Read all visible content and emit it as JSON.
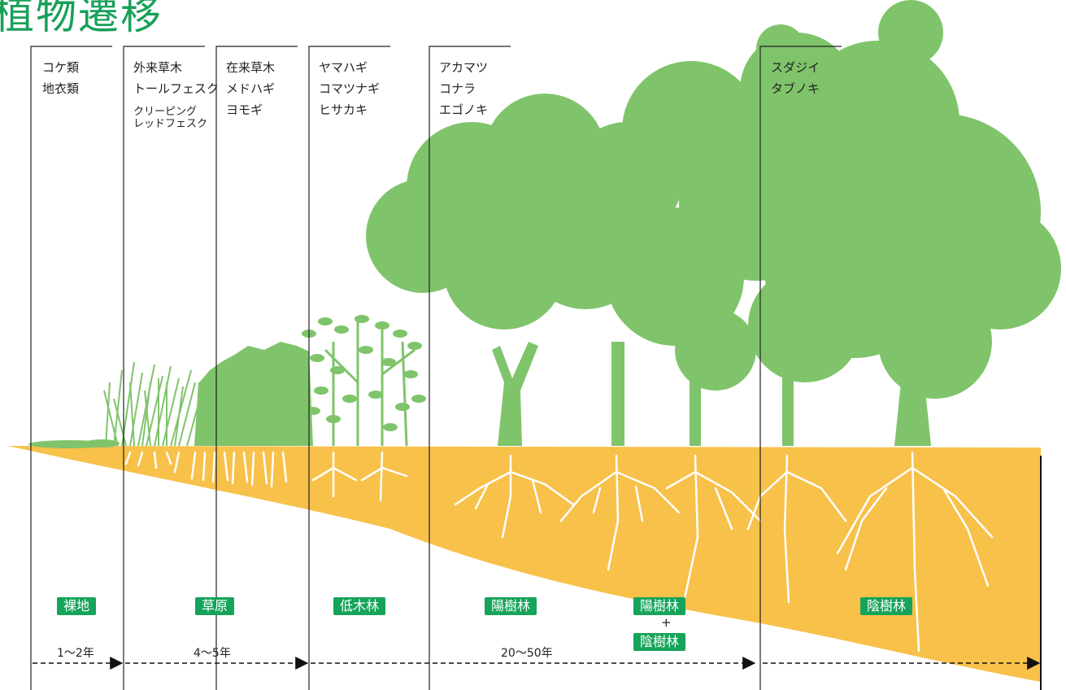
{
  "title": "植物遷移",
  "colors": {
    "accent": "#16a35a",
    "vegetation": "#7fc46b",
    "soil": "#f7c14a",
    "roots": "#ffffff",
    "lines": "#222222"
  },
  "columns": [
    {
      "key": "c1",
      "species": [
        "コケ類",
        "地衣類"
      ]
    },
    {
      "key": "c2",
      "species": [
        "外来草木",
        "トールフェスク"
      ],
      "species_small": [
        "クリーピング",
        "レッドフェスク"
      ]
    },
    {
      "key": "c3",
      "species": [
        "在来草木",
        "メドハギ",
        "ヨモギ"
      ]
    },
    {
      "key": "c4",
      "species": [
        "ヤマハギ",
        "コマツナギ",
        "ヒサカキ"
      ]
    },
    {
      "key": "c5",
      "species": [
        "アカマツ",
        "コナラ",
        "エゴノキ"
      ]
    },
    {
      "key": "c6",
      "species": [
        "スダジイ",
        "タブノキ"
      ]
    }
  ],
  "stages": [
    {
      "key": "s1",
      "label": "裸地"
    },
    {
      "key": "s2",
      "label": "草原"
    },
    {
      "key": "s3",
      "label": "低木林"
    },
    {
      "key": "s4",
      "label": "陽樹林"
    },
    {
      "key": "s5",
      "label": "陽樹林",
      "plus": "+",
      "label2": "陰樹林"
    },
    {
      "key": "s6",
      "label": "陰樹林"
    }
  ],
  "periods": [
    "1～2年",
    "4～5年",
    "20～50年"
  ]
}
